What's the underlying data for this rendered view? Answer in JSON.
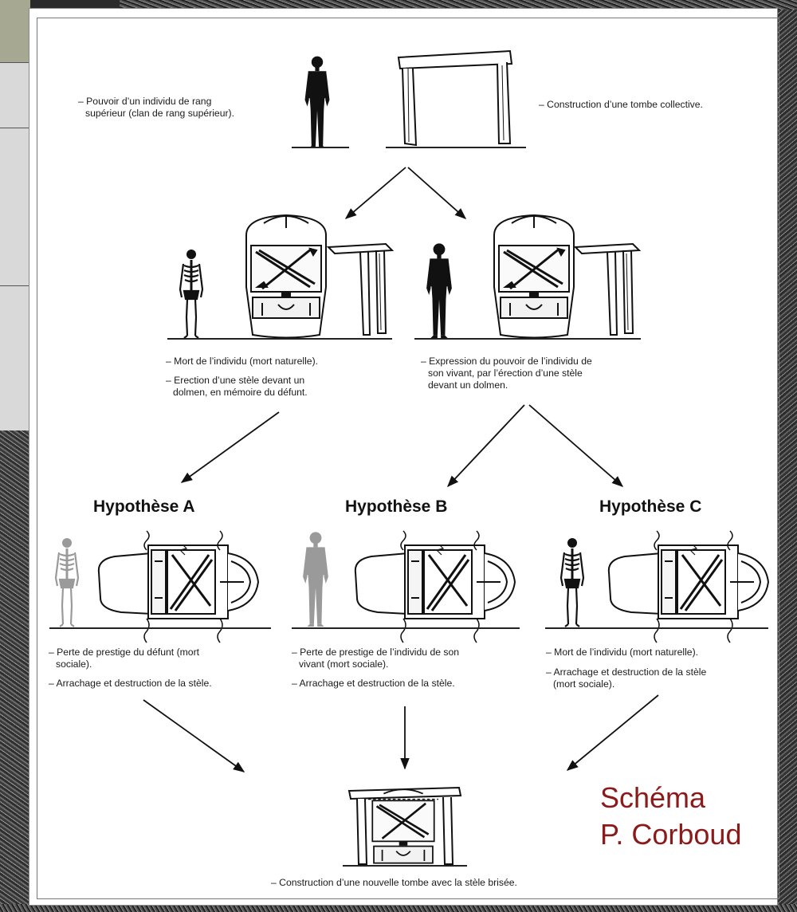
{
  "top": {
    "left_text_line1": "– Pouvoir d’un individu de rang",
    "left_text_line2": "supérieur (clan de rang supérieur).",
    "right_text": "– Construction d’une tombe collective."
  },
  "middle": {
    "left_text1": "– Mort de l’individu (mort naturelle).",
    "left_text2_line1": "– Erection d’une stèle devant un",
    "left_text2_line2": "dolmen, en mémoire du défunt.",
    "right_text_line1": "– Expression du pouvoir de l’individu de",
    "right_text_line2": "son vivant, par l’érection d’une stèle",
    "right_text_line3": "devant un dolmen."
  },
  "hypotheses": [
    {
      "title": "Hypothèse A",
      "text1_line1": "– Perte de prestige du défunt (mort",
      "text1_line2": "sociale).",
      "text2": "– Arrachage et destruction de la stèle."
    },
    {
      "title": "Hypothèse B",
      "text1_line1": "– Perte de prestige de l’individu de son",
      "text1_line2": "vivant (mort sociale).",
      "text2": "– Arrachage et destruction de la stèle."
    },
    {
      "title": "Hypothèse C",
      "text1": "– Mort de l’individu (mort naturelle).",
      "text2_line1": "– Arrachage et destruction de la stèle",
      "text2_line2": "(mort sociale)."
    }
  ],
  "bottom": {
    "text": "– Construction d’une nouvelle tombe avec la stèle brisée."
  },
  "credit": {
    "line1": "Schéma",
    "line2": "P. Corboud"
  },
  "colors": {
    "credit": "#8b1a1a",
    "figure_dark": "#111111",
    "figure_faded": "#9a9a9a"
  }
}
